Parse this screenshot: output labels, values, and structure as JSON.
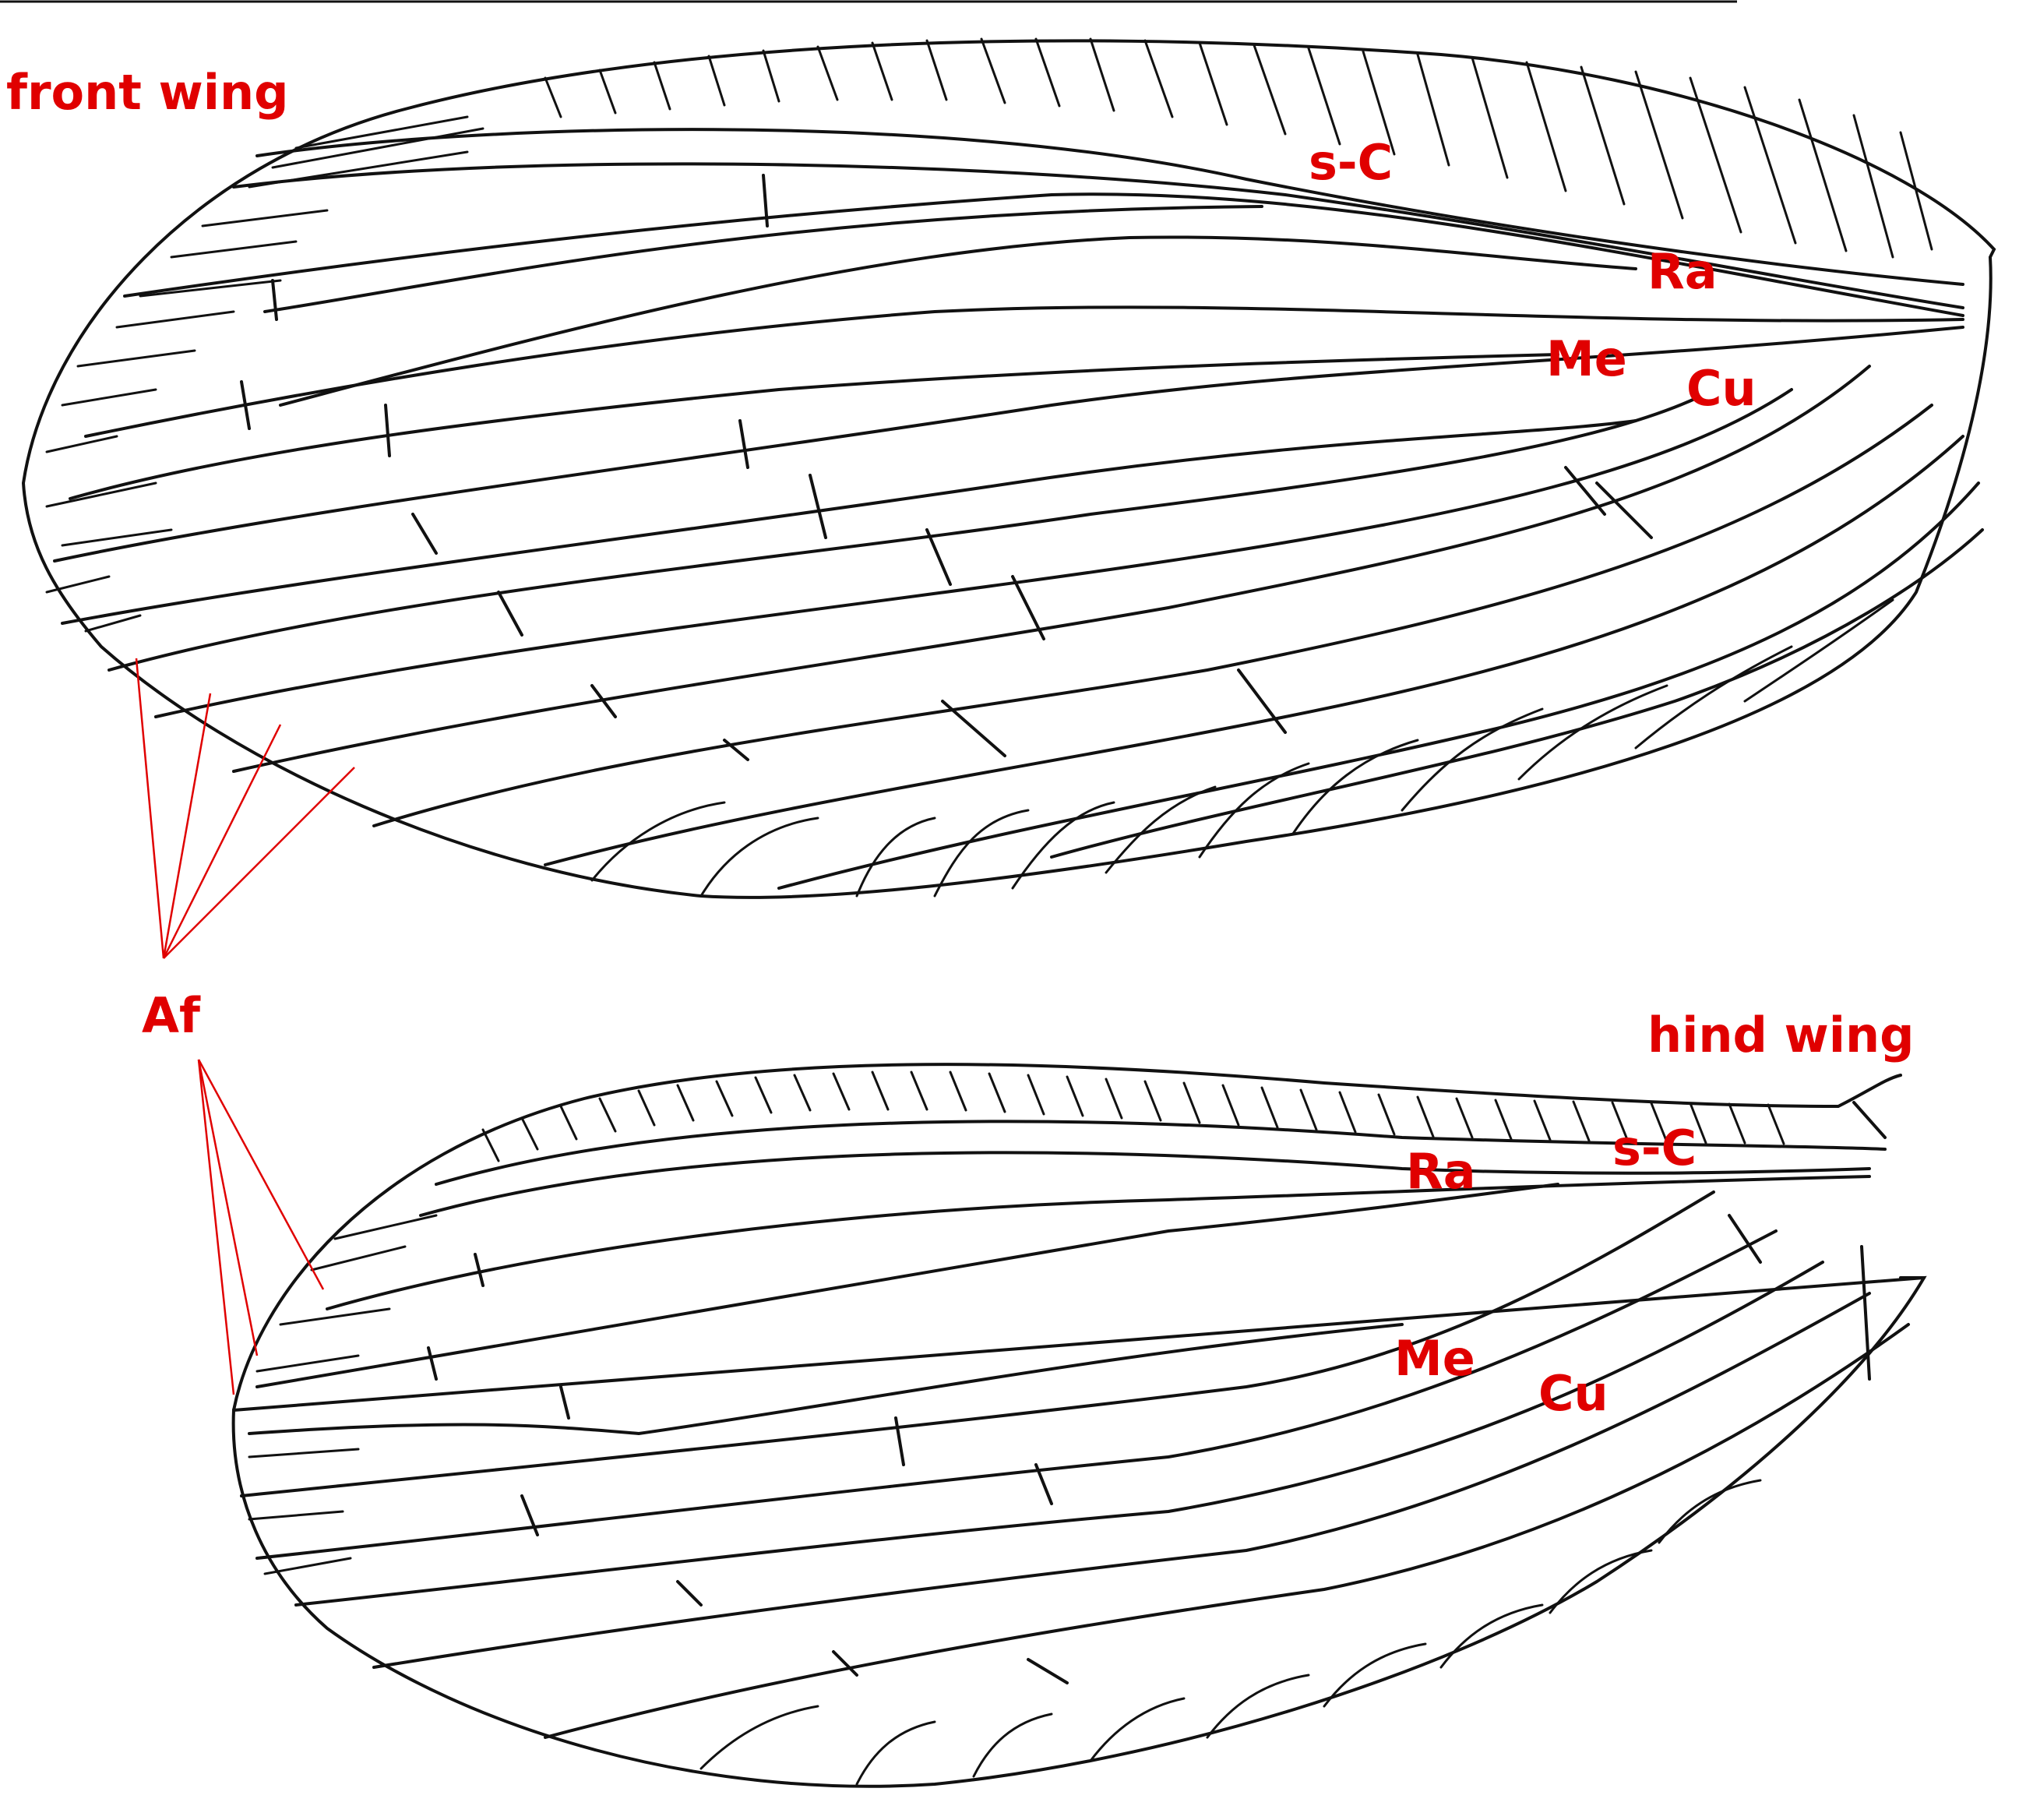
{
  "colors": {
    "label": "#e00000",
    "vein": "#111111",
    "background": "#ffffff"
  },
  "front_wing": {
    "title": "front wing",
    "labels": {
      "sc": "s-C",
      "ra": "Ra",
      "me": "Me",
      "cu": "Cu"
    }
  },
  "hind_wing": {
    "title": "hind wing",
    "labels": {
      "sc": "s-C",
      "ra": "Ra",
      "me": "Me",
      "cu": "Cu"
    }
  },
  "shared": {
    "af_label": "Af"
  }
}
